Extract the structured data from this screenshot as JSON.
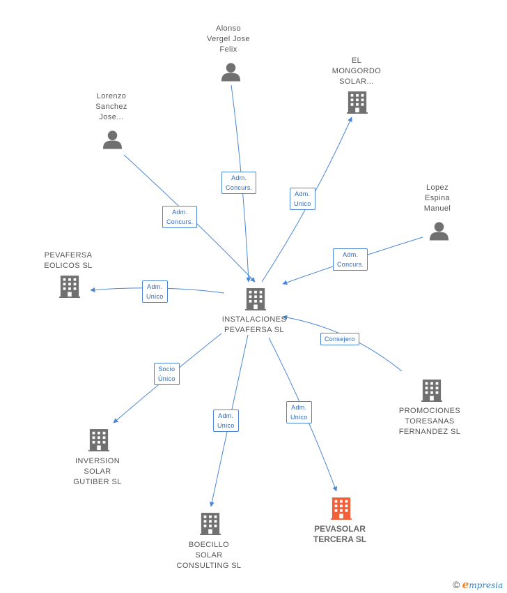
{
  "colors": {
    "edge": "#4a86d4",
    "node": "#707070",
    "focus": "#f2613a",
    "label_border": "#4a86d4"
  },
  "nodes": [
    {
      "id": "instalaciones",
      "type": "company",
      "lines": [
        "INSTALACIONES",
        "PEVAFERSA SL"
      ]
    },
    {
      "id": "alonso",
      "type": "person",
      "lines": [
        "Alonso",
        "Vergel Jose",
        "Felix"
      ]
    },
    {
      "id": "mongordo",
      "type": "company",
      "lines": [
        "EL",
        "MONGORDO",
        "SOLAR..."
      ]
    },
    {
      "id": "lorenzo",
      "type": "person",
      "lines": [
        "Lorenzo",
        "Sanchez",
        "Jose..."
      ]
    },
    {
      "id": "lopez",
      "type": "person",
      "lines": [
        "Lopez",
        "Espina",
        "Manuel"
      ]
    },
    {
      "id": "eolicos",
      "type": "company",
      "lines": [
        "PEVAFERSA",
        "EOLICOS SL"
      ]
    },
    {
      "id": "promociones",
      "type": "company",
      "lines": [
        "PROMOCIONES",
        "TORESANAS",
        "FERNANDEZ  SL"
      ]
    },
    {
      "id": "inversion",
      "type": "company",
      "lines": [
        "INVERSION",
        "SOLAR",
        "GUTIBER SL"
      ]
    },
    {
      "id": "boecillo",
      "type": "company",
      "lines": [
        "BOECILLO",
        "SOLAR",
        "CONSULTING SL"
      ]
    },
    {
      "id": "pevasolar",
      "type": "company-focus",
      "lines": [
        "PEVASOLAR",
        "TERCERA SL"
      ]
    }
  ],
  "edges": [
    {
      "id": "alonso-inst",
      "lines": [
        "Adm.",
        "Concurs."
      ]
    },
    {
      "id": "lorenzo-inst",
      "lines": [
        "Adm.",
        "Concurs."
      ]
    },
    {
      "id": "inst-mongordo",
      "lines": [
        "Adm.",
        "Unico"
      ]
    },
    {
      "id": "lopez-inst",
      "lines": [
        "Adm.",
        "Concurs."
      ]
    },
    {
      "id": "inst-eolicos",
      "lines": [
        "Adm.",
        "Unico"
      ]
    },
    {
      "id": "promociones-inst",
      "lines": [
        "Consejero"
      ]
    },
    {
      "id": "inst-inversion",
      "lines": [
        "Socio",
        "Único"
      ]
    },
    {
      "id": "inst-boecillo",
      "lines": [
        "Adm.",
        "Unico"
      ]
    },
    {
      "id": "inst-pevasolar",
      "lines": [
        "Adm.",
        "Unico"
      ]
    }
  ],
  "footer": {
    "copyright": "©",
    "brand_initial": "e",
    "brand_rest": "mpresia"
  }
}
